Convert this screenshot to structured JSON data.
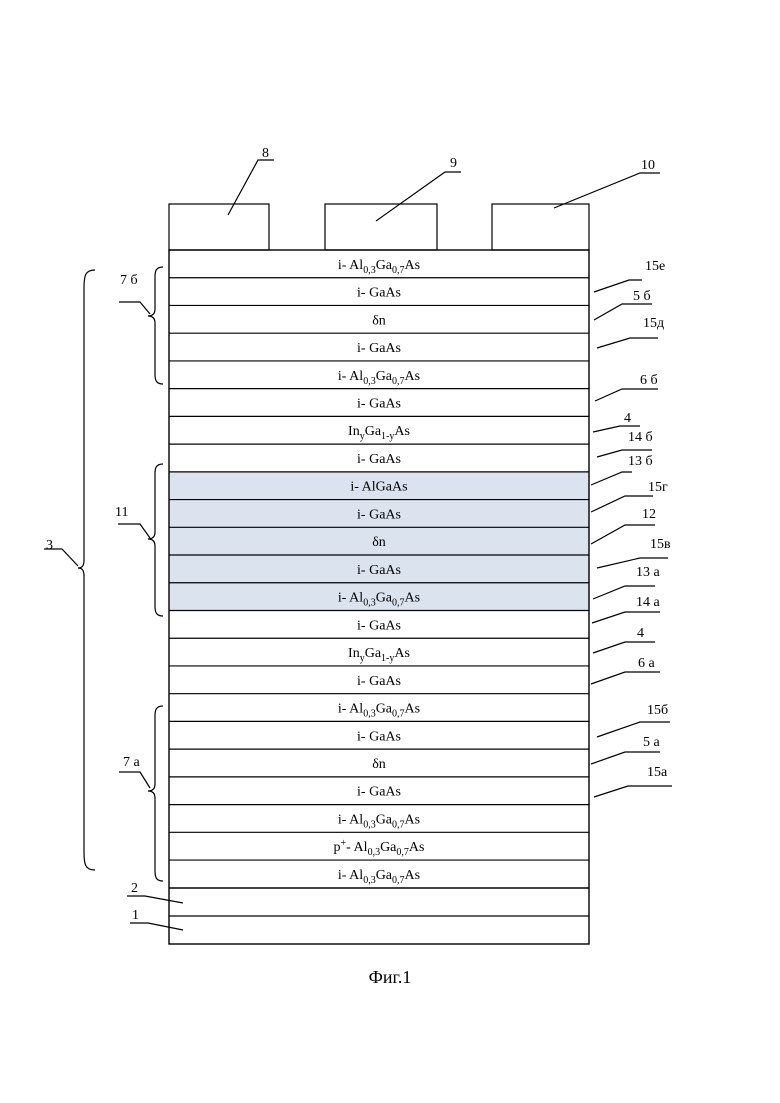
{
  "figure": {
    "caption": "Фиг.1",
    "colors": {
      "highlight": "#dbe3ee",
      "line": "#000000",
      "background": "#ffffff"
    },
    "layers": [
      {
        "pre": "i- Al",
        "sub1": "0,3",
        "mid": "Ga",
        "sub2": "0,7",
        "post": "As",
        "highlight": false
      },
      {
        "pre": "i- GaAs",
        "highlight": false
      },
      {
        "pre": "δn",
        "highlight": false
      },
      {
        "pre": "i- GaAs",
        "highlight": false
      },
      {
        "pre": "i- Al",
        "sub1": "0,3",
        "mid": "Ga",
        "sub2": "0,7",
        "post": "As",
        "highlight": false
      },
      {
        "pre": "i- GaAs",
        "highlight": false
      },
      {
        "pre": "In",
        "sub1": "y",
        "mid": "Ga",
        "sub2": "1-y",
        "post": "As",
        "highlight": false
      },
      {
        "pre": "i- GaAs",
        "highlight": false
      },
      {
        "pre": "i- AlGaAs",
        "highlight": true
      },
      {
        "pre": "i- GaAs",
        "highlight": true
      },
      {
        "pre": "δn",
        "highlight": true
      },
      {
        "pre": "i- GaAs",
        "highlight": true
      },
      {
        "pre": "i- Al",
        "sub1": "0,3",
        "mid": "Ga",
        "sub2": "0,7",
        "post": "As",
        "highlight": true
      },
      {
        "pre": "i- GaAs",
        "highlight": false
      },
      {
        "pre": "In",
        "sub1": "y",
        "mid": "Ga",
        "sub2": "1-y",
        "post": "As",
        "highlight": false
      },
      {
        "pre": "i- GaAs",
        "highlight": false
      },
      {
        "pre": "i- Al",
        "sub1": "0,3",
        "mid": "Ga",
        "sub2": "0,7",
        "post": "As",
        "highlight": false
      },
      {
        "pre": "i- GaAs",
        "highlight": false
      },
      {
        "pre": "δn",
        "highlight": false
      },
      {
        "pre": "i- GaAs",
        "highlight": false
      },
      {
        "pre": "i- Al",
        "sub1": "0,3",
        "mid": "Ga",
        "sub2": "0,7",
        "post": "As",
        "highlight": false
      },
      {
        "pre": "p",
        "sup": "+",
        "mid2": "- Al",
        "sub1": "0,3",
        "mid": "Ga",
        "sub2": "0,7",
        "post": "As",
        "highlight": false
      },
      {
        "pre": "i- Al",
        "sub1": "0,3",
        "mid": "Ga",
        "sub2": "0,7",
        "post": "As",
        "highlight": false
      }
    ],
    "contacts": [
      {
        "label": "8"
      },
      {
        "label": "9"
      },
      {
        "label": "10"
      }
    ],
    "right_labels": [
      "15е",
      "5 б",
      "15д",
      "6 б",
      "4",
      "14 б",
      "13 б",
      "15г",
      "12",
      "15в",
      "13 а",
      "14 а",
      "4",
      "6 а",
      "15б",
      "5 а",
      "15а"
    ],
    "left_labels": {
      "group_top": "7 б",
      "group_mid": "11",
      "group_all": "3",
      "group_bottom": "7 а",
      "buffer": "2",
      "substrate": "1"
    }
  }
}
